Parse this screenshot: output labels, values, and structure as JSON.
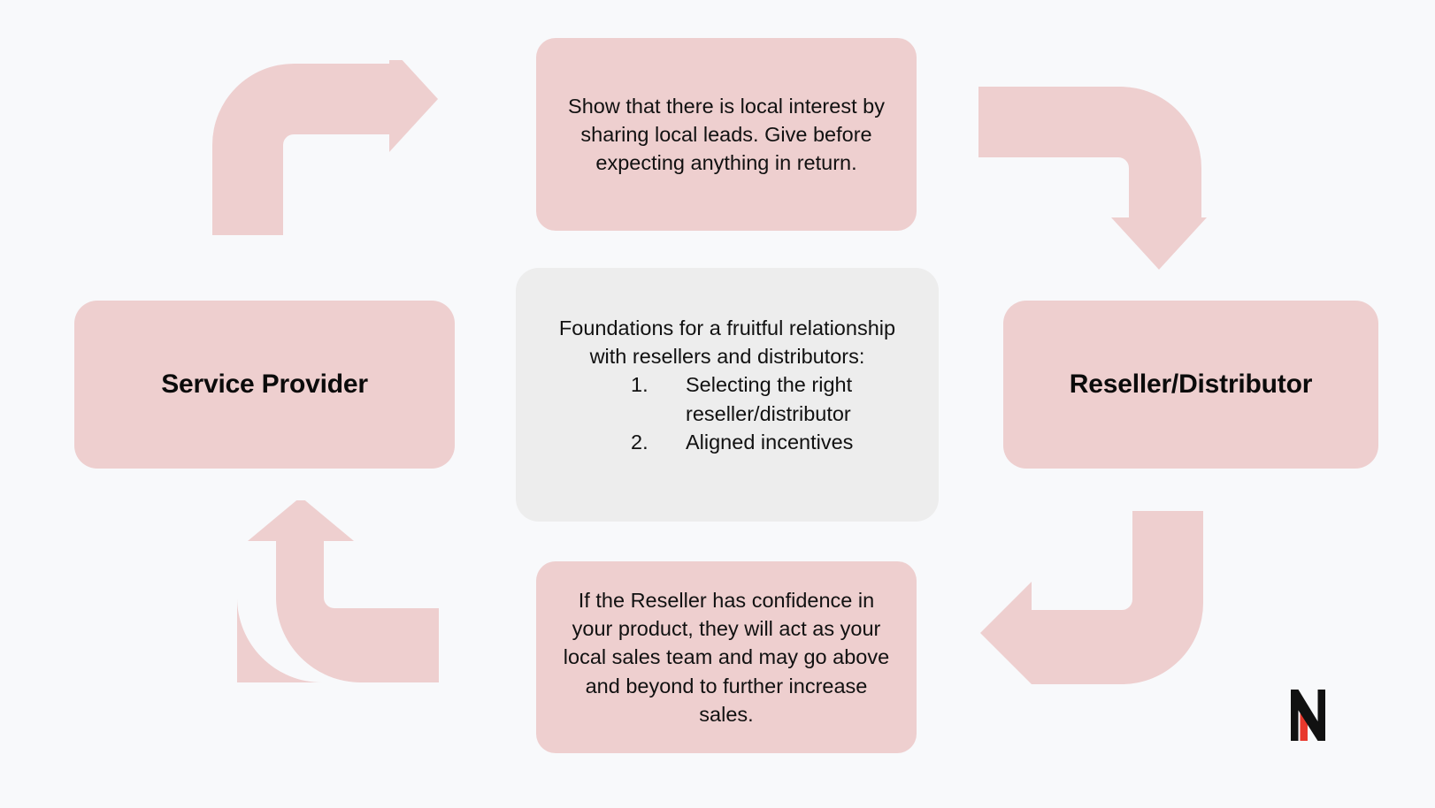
{
  "diagram": {
    "title": "Foundations for a fruitful relationship with resellers and distributors",
    "background_color": "#f8f9fb",
    "accent_color": "#eecfcf",
    "panel_color": "#ededed",
    "text_color": "#111111"
  },
  "entities": {
    "left": {
      "label": "Service Provider"
    },
    "right": {
      "label": "Reseller/Distributor"
    }
  },
  "messages": {
    "top": {
      "text": "Show that there is local interest by sharing local leads. Give before expecting anything in return."
    },
    "bottom": {
      "text": "If the Reseller has confidence in your product, they will act as your local sales team and may go above and beyond to further increase sales."
    }
  },
  "panel": {
    "heading": "Foundations for a fruitful relationship with resellers and distributors:",
    "items": [
      {
        "marker": "1.",
        "text": "Selecting the right reseller/distributor"
      },
      {
        "marker": "2.",
        "text": "Aligned incentives"
      }
    ]
  },
  "arrows": [
    {
      "name": "arrow-top-left",
      "direction": "right",
      "color": "#eecfcf"
    },
    {
      "name": "arrow-top-right",
      "direction": "down",
      "color": "#eecfcf"
    },
    {
      "name": "arrow-bottom-right",
      "direction": "left",
      "color": "#eecfcf"
    },
    {
      "name": "arrow-bottom-left",
      "direction": "up",
      "color": "#eecfcf"
    }
  ],
  "logo": {
    "letter": "N",
    "primary_color": "#111111",
    "accent_color": "#e8382c"
  }
}
